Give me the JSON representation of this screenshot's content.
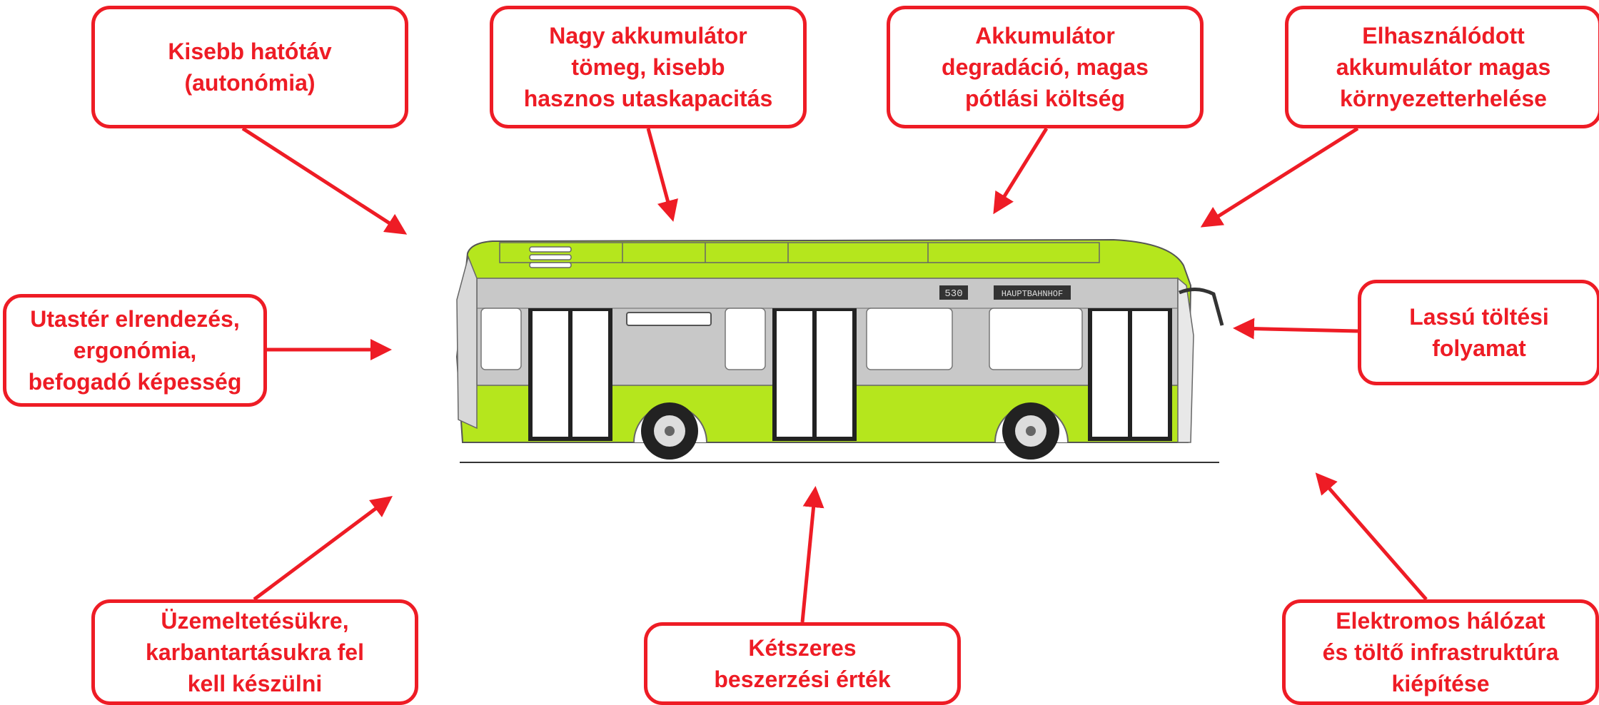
{
  "colors": {
    "accent": "#ee1c25",
    "bus_body": "#b5e61d",
    "bus_gray": "#c8c8c8"
  },
  "boxes": {
    "top_1": {
      "lines": [
        "Kisebb hatótáv",
        "(autonómia)"
      ]
    },
    "top_2": {
      "lines": [
        "Nagy akkumulátor",
        "tömeg, kisebb",
        "hasznos utaskapacitás"
      ]
    },
    "top_3": {
      "lines": [
        "Akkumulátor",
        "degradáció, magas",
        "pótlási költség"
      ]
    },
    "top_4": {
      "lines": [
        "Elhasználódott",
        "akkumulátor magas",
        "környezetterhelése"
      ]
    },
    "left": {
      "lines": [
        "Utastér elrendezés,",
        "ergonómia,",
        "befogadó képesség"
      ]
    },
    "right": {
      "lines": [
        "Lassú töltési",
        "folyamat"
      ]
    },
    "bottom_1": {
      "lines": [
        "Üzemeltetésükre,",
        "karbantartásukra fel",
        "kell készülni"
      ]
    },
    "bottom_2": {
      "lines": [
        "Kétszeres",
        "beszerzési érték"
      ]
    },
    "bottom_3": {
      "lines": [
        "Elektromos hálózat",
        "és töltő infrastruktúra",
        "kiépítése"
      ]
    }
  },
  "bus": {
    "destination_number": "530",
    "destination_text": "HAUPTBAHNHOF"
  }
}
